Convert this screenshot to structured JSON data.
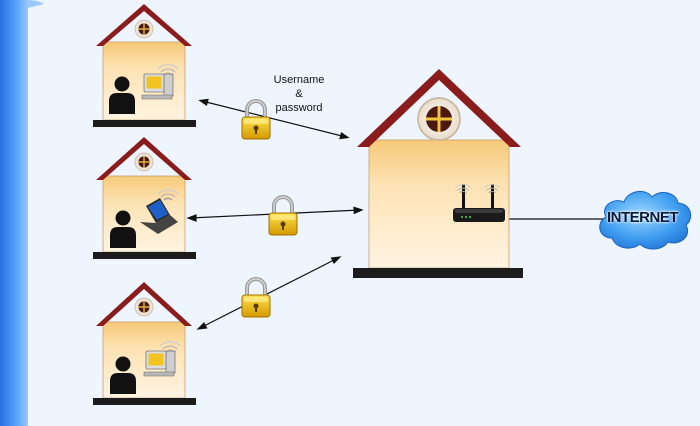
{
  "annotation": {
    "line1": "Username",
    "line2": "&",
    "line3": "password"
  },
  "cloud": {
    "label": "INTERNET",
    "color": "#2f8fe8"
  },
  "colors": {
    "roof": "#8a1c1c",
    "wall": "#fde1ad",
    "base": "#1c1c1c",
    "sidebar": "#3a86f0",
    "background": "#eef5ff",
    "lock": "#e8b400"
  },
  "icons": {
    "house": "house-icon",
    "person": "person-icon",
    "desktop": "desktop-computer-icon",
    "laptop": "laptop-icon",
    "router": "wireless-router-icon",
    "lock": "padlock-icon",
    "cloud": "cloud-icon"
  }
}
